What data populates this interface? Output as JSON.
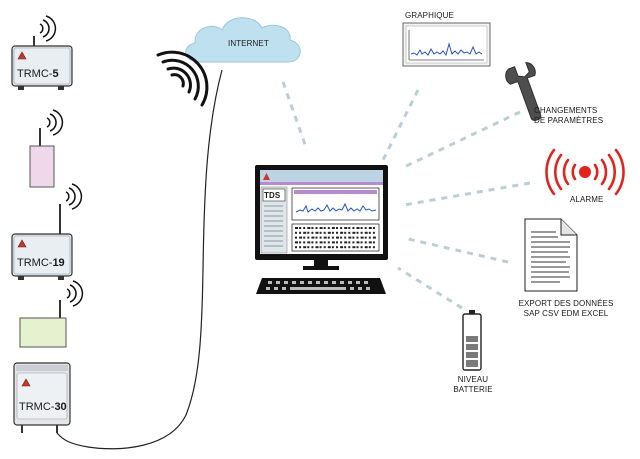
{
  "diagram": {
    "internet_label": "INTERNET",
    "software_label": "TDS",
    "devices": [
      {
        "name": "TRMC-",
        "model": "5"
      },
      {
        "name": "TRMC-",
        "model": "19"
      },
      {
        "name": "TRMC-",
        "model": "30"
      }
    ],
    "outputs": {
      "graph": "GRAPHIQUE",
      "settings_line1": "CHANGEMENTS",
      "settings_line2": "DE PARAMÈTRES",
      "alarm": "ALARME",
      "export_line1": "EXPORT DES DONNÉES",
      "export_line2": "SAP  CSV  EDM  EXCEL",
      "battery_line1": "NIVEAU",
      "battery_line2": "BATTERIE"
    }
  }
}
